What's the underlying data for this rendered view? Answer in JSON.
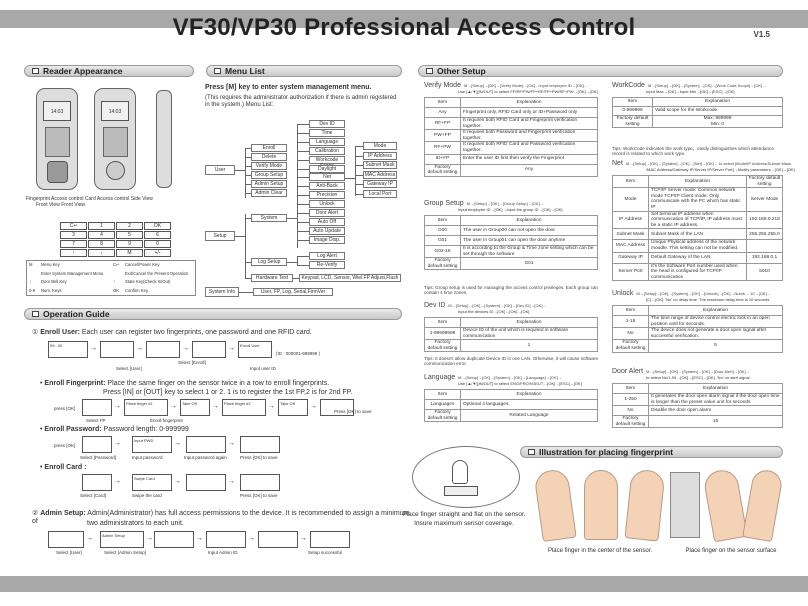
{
  "page": {
    "title": "VF30/VP30 Professional Access Control",
    "version": "V1.5"
  },
  "sections": {
    "reader": "Reader Appearance",
    "menu": "Menu List",
    "other": "Other Setup",
    "operation": "Operation Guide",
    "placing": "Illustration for placing fingerprint"
  },
  "reader": {
    "time": "14:03",
    "front_label": "Fingerprint Access control Card Access control  Side View",
    "sub_label": "Front View          Front View",
    "key_rows": [
      [
        "C↩",
        "1",
        "2",
        "OK"
      ],
      [
        "3",
        "4",
        "5",
        "6"
      ],
      [
        "7",
        "8",
        "9",
        "0"
      ],
      [
        "↑",
        "↓",
        "M",
        "+/-"
      ]
    ],
    "legend": [
      [
        "M",
        "Menu Key",
        "C↩",
        "Cancel/Power Key"
      ],
      [
        "",
        "Enter System Management Menu",
        "",
        "Exit/Cancel the Present Operation"
      ],
      [
        "↓",
        "Door Bell Key",
        "↑",
        "State Key(Check In/Out)"
      ],
      [
        "0-9",
        "Num. Keys",
        "OK",
        "Confirm Key"
      ]
    ]
  },
  "menu": {
    "intro": "Press [M] key to enter system management menu.",
    "intro2": "(This requires the administrator authorization if there is admin registered in the system.) Menu List:",
    "user": "User",
    "setup": "Setup",
    "system_info": "System Info",
    "user_items": [
      "Enroll",
      "Delete",
      "Verify Mode",
      "Group Setup",
      "Admin Setup",
      "Admin Clear"
    ],
    "system_items": [
      "Dev ID",
      "Time",
      "Language",
      "Calibration",
      "Workcode Scope",
      "Daylight Saving",
      "Net",
      "Anti-Back",
      "Precision",
      "Unlock",
      "Door Alert",
      "Auto Off",
      "Auto Update",
      "Image Disp."
    ],
    "net_items": [
      "Mode",
      "IP Address",
      "Subnet Mask",
      "MAC Address",
      "Gateway IP",
      "Local Port"
    ],
    "system": "System",
    "log_setup": "Log Setup",
    "log_items": [
      "Log Alert",
      "Re-Verify"
    ],
    "hardware_test": "Hardware Test",
    "hardware_items": "Keypad, LCD, Sensor, Wiel FP Adjust,Flash",
    "info_items": "User, FP, Log, Serial,FirmVer"
  },
  "operation": {
    "enroll_user_title": "Enroll User:",
    "enroll_user_text": "Each user can register two fingerprints, one password and one RFID card.",
    "enroll_fp_title": "Enroll Fingerprint:",
    "enroll_fp_text": "Place the same finger on the sensor twice in a row to enroll fingerprints.",
    "enroll_fp_text2": "Press [IN] or [OUT] key to select 1 or 2. 1 is to register the 1st FP,2 is for 2nd FP.",
    "enroll_pw_title": "Enroll Password:",
    "enroll_pw_text": "Password length: 0-999999",
    "enroll_card_title": "Enroll Card :",
    "admin_title": "Admin Setup:",
    "admin_text": "Admin(Administrator) has full access permissions to the device. It is recommended to assign a minimum of",
    "admin_text2": "two administrators to each unit.",
    "captions": {
      "select_user": "Select [User]",
      "select_enroll": "Select [Enroll]",
      "input_uid": "Input user ID",
      "uid_range": "(ID : 000001-999999 )",
      "enroll_fp": "Enroll fingerprint",
      "select_pw": "Select [Password]",
      "input_pw": "Input password",
      "input_again": "Input password again",
      "press_ok_save": "Press [OK] to save",
      "select_card": "Select [Card]",
      "swipe_card": "Swipe the card",
      "select_admin": "Select [Admin Setup]",
      "input_admin": "Input Admin ID",
      "setup_ok": "Setup successful",
      "press_ok": "press [OK]",
      "select_fp": "Select FP"
    },
    "screen_texts": {
      "clock": "09 : 00",
      "fp_prompt": "Place finger #1",
      "fp_prompt2": "Place finger #2",
      "take_off": "Take Off",
      "enroll_user": "Enroll User",
      "input_pw": "Input PWD",
      "swipe": "Swipe Card",
      "admin": "Admin Setup"
    }
  },
  "verify_mode": {
    "label": "Verify Mode",
    "path": "M→[Setup]→[OK]→[Verify Mode]→[OK]→Input employee ID→[OK]→",
    "path2": "Use [▲/▼][IN/OUT] to select FP/RF/PW/FP+RF/FP+PW/RF+PW→[OK]→[OK]",
    "headers": [
      "Item",
      "Explanation"
    ],
    "rows": [
      [
        "Any",
        "Fingerprint only, RFID Card only or ID+Password only"
      ],
      [
        "RF+FP",
        "It requires both RFID Card and Fingerprint verification together."
      ],
      [
        "PW+FP",
        "It requires both Password and Fingerprint verification together."
      ],
      [
        "RF+PW",
        "It requires both RFID Card and Password verification together."
      ],
      [
        "ID+FP",
        "Enter the user ID first then verify the Fingerprint"
      ],
      [
        "Factory default setting",
        "Any"
      ]
    ]
  },
  "group_setup": {
    "label": "Group Setup",
    "path": "M→[Setup]→[OK]→[Group Setup]→[OK]→",
    "path2": "Input employee ID→[OK]→Input the group ID→[OK]→[OK]",
    "headers": [
      "Item",
      "Explanation"
    ],
    "rows": [
      [
        "G00",
        "The user in Group00 can not open the door"
      ],
      [
        "G01",
        "The user in Group01 can open the door anytime"
      ],
      [
        "G02-16",
        "It is according to the Group & Time zone setting which can be set through the software"
      ],
      [
        "Factory default setting",
        "G01"
      ]
    ],
    "tip": "Tips: Group setup is used for managing the access control privileges. Each group can contain 4 time zones."
  },
  "dev_id": {
    "label": "Dev ID",
    "path": "M→[Setup]→[OK]→[System]→[OK]→[Dev ID]→[OK]→",
    "path2": "Input the devices ID→[OK]→[OK]→[OK]",
    "headers": [
      "Item",
      "Explanation"
    ],
    "rows": [
      [
        "1-99999999",
        "Device ID of the unit which is required in software communication"
      ],
      [
        "Factory default setting",
        "1"
      ]
    ],
    "tip": "Tips: It doesn't allow duplicate Device ID in one LAN. Otherwise, it will cause software communication error."
  },
  "language": {
    "label": "Language",
    "path": "M→[Setup]→[OK]→[System]→[OK]→[Language]→[OK]→",
    "path2": "Use [▲/▼][IN/OUT] to select ENG/FRCH/DEUT→[OK]→[ESC]→[OK]",
    "headers": [
      "Item",
      "Explanation"
    ],
    "rows": [
      [
        "Languages",
        "Optional 4 languages."
      ],
      [
        "Factory default setting",
        "Related Language"
      ]
    ]
  },
  "workcode": {
    "label": "WorkCode",
    "path": "M→[Setup]→[OK]→[System]→[OK]→[Work Code Scope]→[OK]→",
    "path2": "Input Max→[OK]→Input Min→[OK]→[ESC]→[OK]",
    "headers": [
      "Item",
      "Explanation"
    ],
    "rows": [
      [
        "0-999999",
        "Valid scope for the Workcode"
      ],
      [
        "Factory default setting",
        "Max: 999999\nMin:   0"
      ]
    ],
    "tip": "Tips: WorkCode indicates the work type，easily distinguishes which attendance record is related to which work type."
  },
  "net": {
    "label": "Net",
    "path": "M→[Setup]→[OK]→[System]→[OK]→[Net]→[OK]→ to select [Mode/IP Address/Subnet Mask",
    "path2": "/MAC Address/Gateway IP/Server IP/Server Port]→Modify parameters→[OK]→[OK]",
    "headers": [
      "Item",
      "Explanation",
      "Factory default setting"
    ],
    "rows": [
      [
        "Mode",
        "TCP/IP Server mode: Common network mode TCP/IP Client mode: Only communicate with the PC which has static IP",
        "Server Mode"
      ],
      [
        "IP Address",
        "Set terminal IP address when communication of TCP/IP, IP address must be a static IP address.",
        "192.168.0.218"
      ],
      [
        "Subnet Mask",
        "Subnet Mask of the LAN",
        "255.255.255.0"
      ],
      [
        "MAC Address",
        "Unique Physical address of the network moudle. This setting can not be modified.",
        ""
      ],
      [
        "Gateway IP",
        "Default Gateway of the LAN",
        "192.168.0.1"
      ],
      [
        "Server Port",
        "It's the Software Port number used when the head is configured for TCP/IP communication",
        "5010"
      ]
    ]
  },
  "unlock": {
    "label": "Unlock",
    "path": "M→[Setup]→[OK]→[System]→[OK]→[Unlock]→[OK]→Numb→ 10→[OK]→",
    "path2": "[C]→[OK]. 'No' no delay time. The maximum delay time is 10 seconds.",
    "headers": [
      "Item",
      "Explanation"
    ],
    "rows": [
      [
        "1-15",
        "The time range of device control electric lock in an open position until for seconds."
      ],
      [
        "No",
        "The device does not generate a door open signal after successful verification."
      ],
      [
        "Factory default setting",
        "5"
      ]
    ]
  },
  "door_alert": {
    "label": "Door Alert",
    "path": "M→[Setup]→[OK]→[System]→[OK]→[Door Alert]→[OK]→",
    "path2": "to select No/1-99→[OK]→[ESC]→[OK]. 'No' no alert signal.",
    "headers": [
      "Item",
      "Explanation"
    ],
    "rows": [
      [
        "1-250",
        "It generates the door open alarm signal if the door open time is longer than the preset value unit for seconds"
      ],
      [
        "No",
        "Disable the door open alarm"
      ],
      [
        "Factory default setting",
        "15"
      ]
    ]
  },
  "placing": {
    "bubble": "Place finger straight and flat on the sensor. Insure maximum sensor coverage.",
    "caption_center": "Place finger in the center of the sensor.",
    "caption_surface": "Place finger on the sensor surface"
  },
  "colors": {
    "stripe": "#a8a8a8",
    "header_bg": "#d6d6d6",
    "skin": "#f3d2b6"
  }
}
